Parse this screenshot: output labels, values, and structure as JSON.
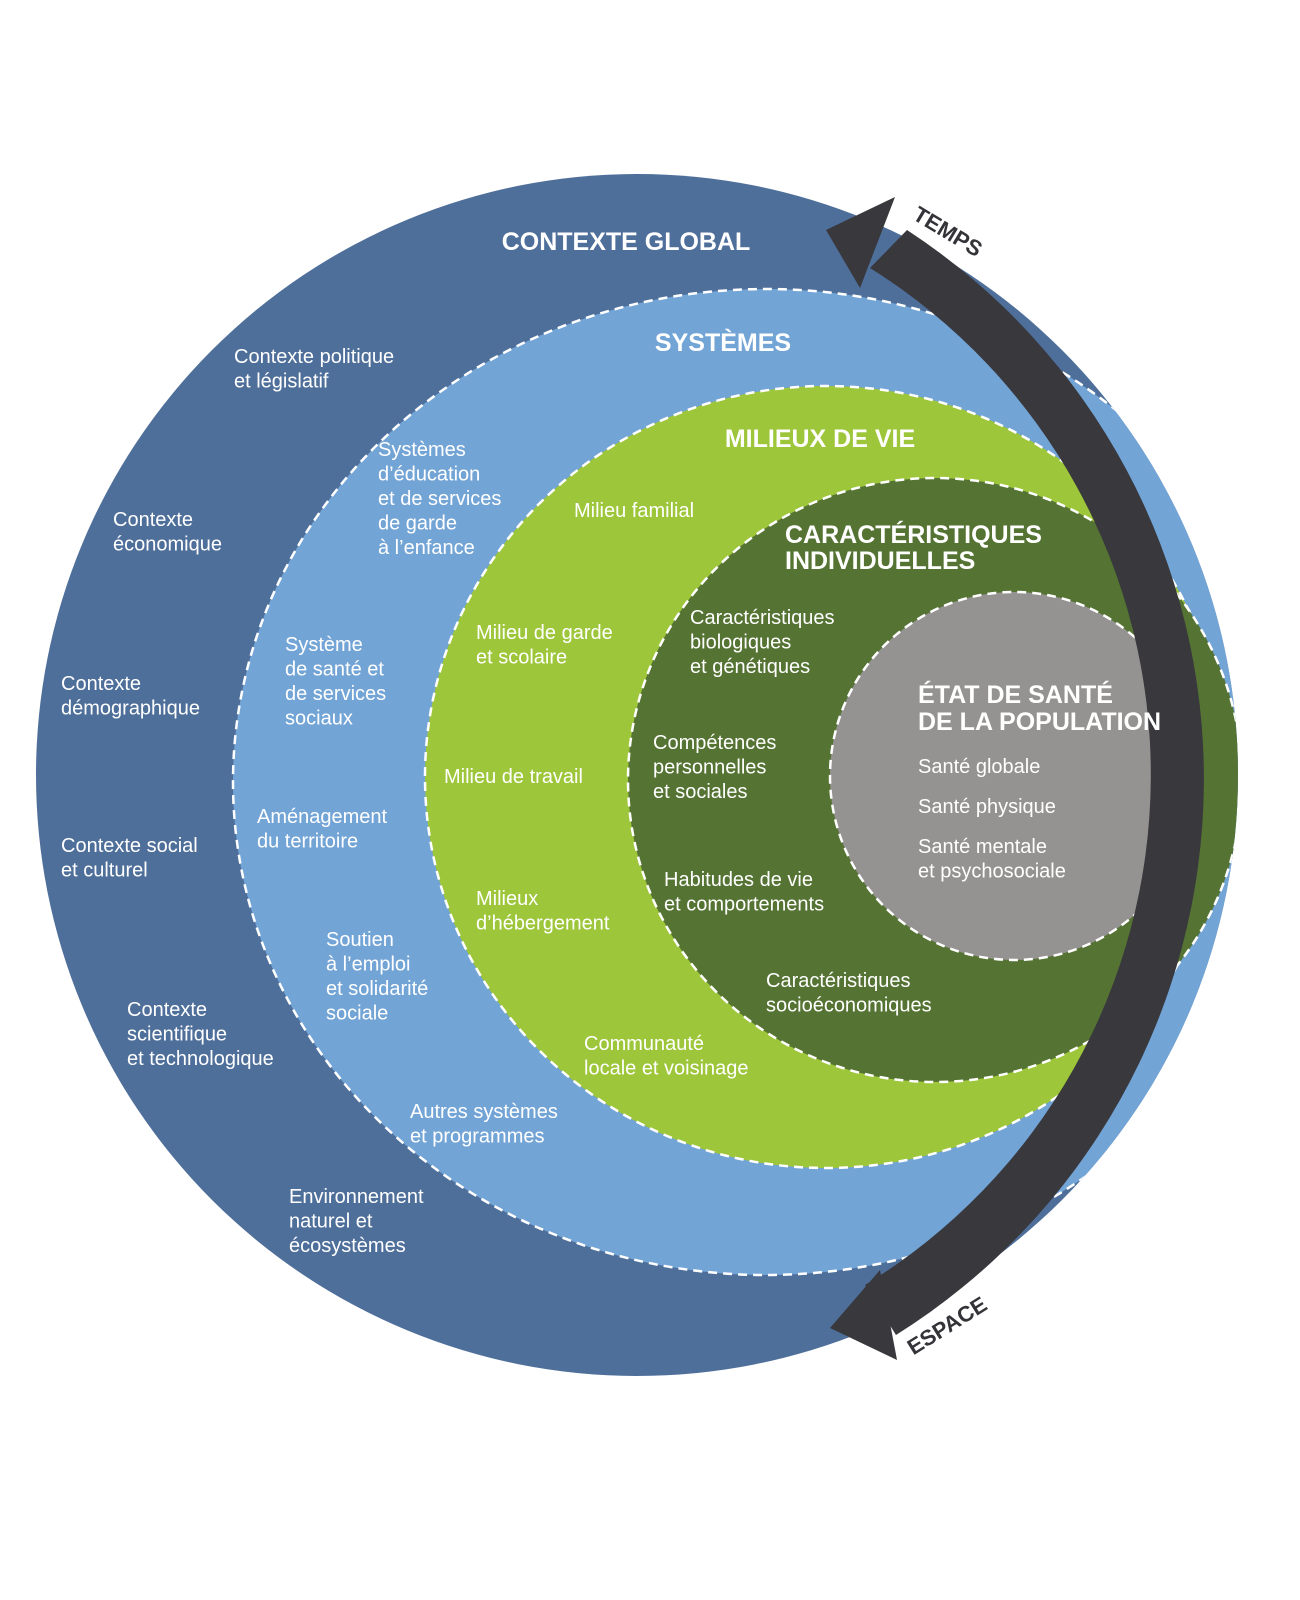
{
  "colors": {
    "global": "#4f6f9b",
    "systems": "#73a4d6",
    "living": "#9dc63a",
    "individual": "#557333",
    "health": "#949391",
    "arrow": "#38383d",
    "text": "#ffffff"
  },
  "rings": {
    "global": {
      "title": "CONTEXTE GLOBAL",
      "items": [
        [
          "Contexte politique",
          "et législatif"
        ],
        [
          "Contexte",
          "économique"
        ],
        [
          "Contexte",
          "démographique"
        ],
        [
          "Contexte social",
          "et culturel"
        ],
        [
          "Contexte",
          "scientifique",
          "et technologique"
        ],
        [
          "Environnement",
          "naturel et",
          "écosystèmes"
        ]
      ]
    },
    "systems": {
      "title": "SYSTÈMES",
      "items": [
        [
          "Systèmes",
          "d’éducation",
          "et de services",
          "de garde",
          "à l’enfance"
        ],
        [
          "Système",
          "de santé et",
          "de services",
          "sociaux"
        ],
        [
          "Aménagement",
          "du territoire"
        ],
        [
          "Soutien",
          "à l’emploi",
          "et solidarité",
          "sociale"
        ],
        [
          "Autres systèmes",
          "et programmes"
        ]
      ]
    },
    "living": {
      "title": "MILIEUX DE VIE",
      "items": [
        [
          "Milieu familial"
        ],
        [
          "Milieu de garde",
          "et scolaire"
        ],
        [
          "Milieu de travail"
        ],
        [
          "Milieux",
          "d’hébergement"
        ],
        [
          "Communauté",
          "locale et voisinage"
        ]
      ]
    },
    "individual": {
      "title": [
        "CARACTÉRISTIQUES",
        "INDIVIDUELLES"
      ],
      "items": [
        [
          "Caractéristiques",
          "biologiques",
          "et génétiques"
        ],
        [
          "Compétences",
          "personnelles",
          "et sociales"
        ],
        [
          "Habitudes de vie",
          "et comportements"
        ],
        [
          "Caractéristiques",
          "socioéconomiques"
        ]
      ]
    },
    "health": {
      "title": [
        "ÉTAT DE SANTÉ",
        "DE LA POPULATION"
      ],
      "items": [
        [
          "Santé globale"
        ],
        [
          "Santé physique"
        ],
        [
          "Santé mentale",
          "et psychosociale"
        ]
      ]
    }
  },
  "arrow": {
    "top_label": "TEMPS",
    "bottom_label": "ESPACE"
  }
}
